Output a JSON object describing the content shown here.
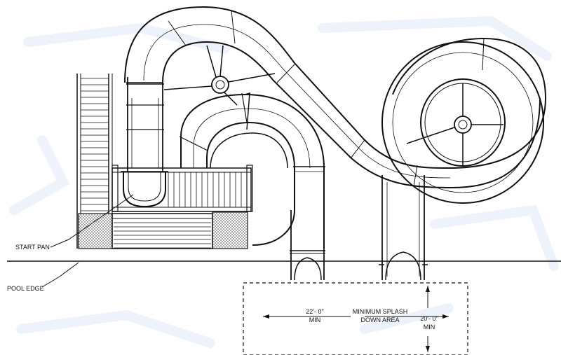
{
  "labels": {
    "start_pan": "START PAN",
    "pool_edge": "POOL EDGE",
    "splash_width_value": "22'- 0\"",
    "splash_width_min": "MIN",
    "splash_area_line1": "MINIMUM SPLASH",
    "splash_area_line2": "DOWN AREA",
    "splash_depth_value": "20'- 0\"",
    "splash_depth_min": "MIN"
  },
  "colors": {
    "line": "#111111",
    "background": "#ffffff",
    "watermark": "#eef3fb"
  }
}
